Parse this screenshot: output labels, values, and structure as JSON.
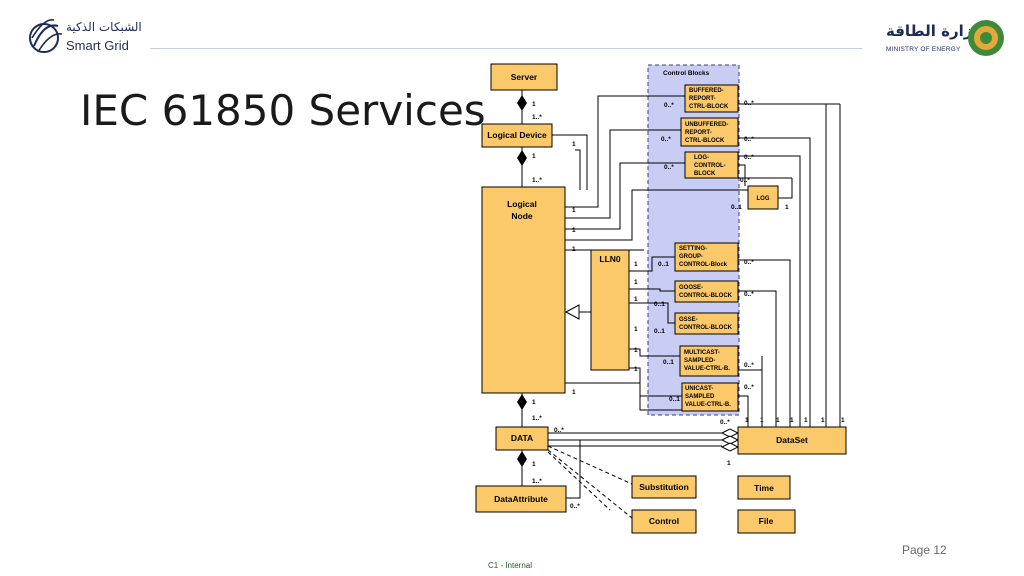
{
  "header": {
    "left_logo_arabic": "الشبكات الذكية",
    "left_logo_english": "Smart Grid",
    "right_logo_arabic": "وزارة الطاقة",
    "right_logo_english": "MINISTRY OF ENERGY"
  },
  "title": "IEC 61850 Services",
  "page_number": "Page 12",
  "footer": "C1 - Internal",
  "diagram": {
    "boxes": {
      "server": "Server",
      "logical_device": "Logical Device",
      "logical_node_1": "Logical",
      "logical_node_2": "Node",
      "lln0": "LLN0",
      "data": "DATA",
      "data_attribute": "DataAttribute",
      "dataset": "DataSet",
      "log": "LOG",
      "substitution": "Substitution",
      "time": "Time",
      "control": "Control",
      "file": "File",
      "control_blocks": "Control Blocks",
      "brcb": [
        "BUFFERED-",
        "REPORT-",
        "CTRL-BLOCK"
      ],
      "urcb": [
        "UNBUFFERED-",
        "REPORT-",
        "CTRL-BLOCK"
      ],
      "lcb": [
        "LOG-",
        "CONTROL-",
        "BLOCK"
      ],
      "sgcb": [
        "SETTING-",
        "GROUP-",
        "CONTROL-Block"
      ],
      "gocb": [
        "GOOSE-",
        "CONTROL-BLOCK"
      ],
      "gsse": [
        "GSSE-",
        "CONTROL-BLOCK"
      ],
      "msvcb": [
        "MULTICAST-",
        "SAMPLED-",
        "VALUE-CTRL-B."
      ],
      "usvcb": [
        "UNICAST-",
        "SAMPLED",
        "VALUE-CTRL-B."
      ]
    },
    "multiplicities": {
      "one": "1",
      "one_many": "1..*",
      "zero_many": "0..*",
      "zero_one": "0..1"
    }
  }
}
